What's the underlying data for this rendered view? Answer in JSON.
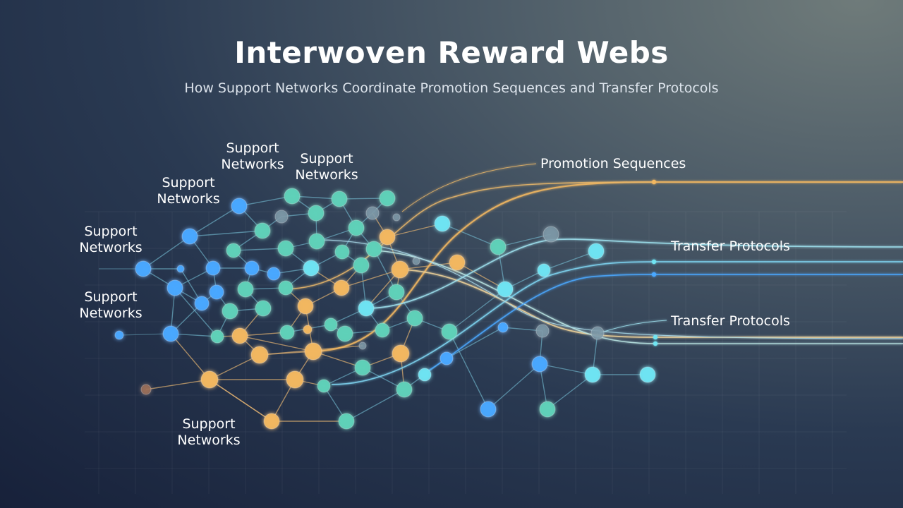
{
  "header": {
    "title": "Interwoven Reward Webs",
    "subtitle": "How Support Networks Coordinate Promotion Sequences and Transfer Protocols"
  },
  "labels": {
    "support_1": "Support\nNetworks",
    "support_2": "Support\nNetworks",
    "support_3": "Support\nNetworks",
    "support_4": "Support\nNetworks",
    "support_5": "Support\nNetworks",
    "support_6": "Support\nNetworks",
    "promotion": "Promotion Sequences",
    "transfer_1": "Transfer Protocols",
    "transfer_2": "Transfer Protocols"
  },
  "colors": {
    "blue": "#4aa8ff",
    "cyan": "#6fe4f2",
    "teal": "#5fd1b8",
    "orange": "#f2b760",
    "text": "#ffffff",
    "muted_node": "#7e9aa8"
  }
}
